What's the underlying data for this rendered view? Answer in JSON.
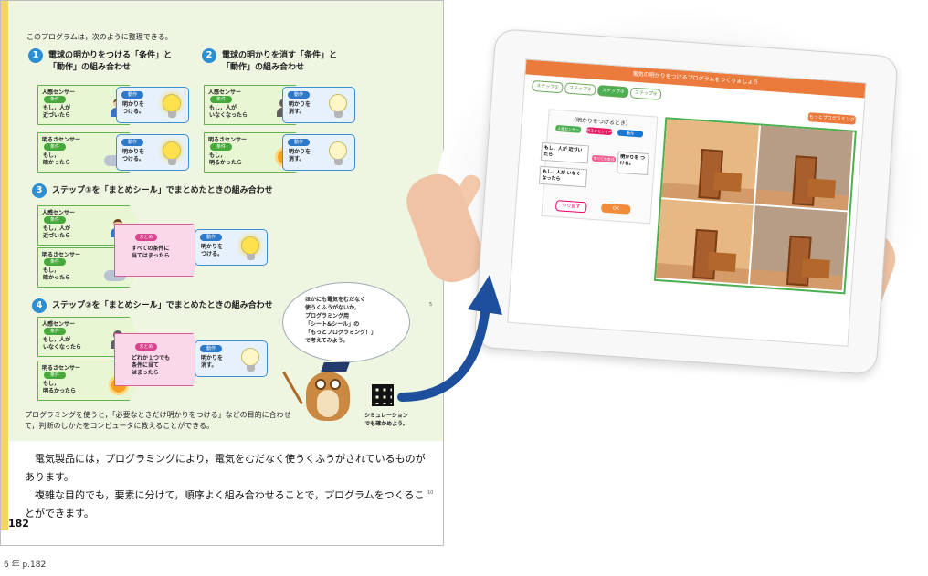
{
  "intro": "このプログラムは，次のように整理できる。",
  "sections": [
    {
      "num": "1",
      "title_l1": "電球の明かりをつける「条件」と",
      "title_l2": "「動作」の組み合わせ"
    },
    {
      "num": "2",
      "title_l1": "電球の明かりを消す「条件」と",
      "title_l2": "「動作」の組み合わせ"
    },
    {
      "num": "3",
      "title": "ステップ①を「まとめシール」でまとめたときの組み合わせ"
    },
    {
      "num": "4",
      "title": "ステップ②を「まとめシール」でまとめたときの組み合わせ"
    }
  ],
  "labels": {
    "human_sensor": "人感センサー",
    "light_sensor": "明るさセンサー",
    "cond_pill": "条件",
    "act_pill": "動作",
    "sum_pill": "まとめ"
  },
  "texts": {
    "near": "もし，人が\n近づいたら",
    "away": "もし，人が\nいなくなったら",
    "dark": "もし，\n暗かったら",
    "bright": "もし，\n明るかったら",
    "on": "明かりを\nつける。",
    "off": "明かりを\n消す。",
    "all_met": "すべての条件に\n当てはまったら",
    "any_met": "どれか１つでも\n条件に当て\nはまったら"
  },
  "bubble": "ほかにも電気をむだなく\n使うくふうがないか，\nプログラミング用\n「シート&シール」の\n「もっとプログラミング！」\nで考えてみよう。",
  "qr_caption": "シミュレーション\nでも確かめよう。",
  "note": "プログラミングを使うと，「必要なときだけ明かりをつける」などの目的に合わせて，判断のしかたをコンピュータに教えることができる。",
  "body": "　電気製品には，プログラミングにより，電気をむだなく使うくふうがされているものがあります。\n　複雑な目的でも，要素に分けて，順序よく組み合わせることで，プログラムをつくることができます。",
  "page_number": "182",
  "line5": "5",
  "line10": "10",
  "caption": "6 年 p.182",
  "tablet": {
    "header": "電気の明かりをつけるプログラムをつくりましょう",
    "tabs": [
      "ステップ①",
      "ステップ②",
      "ステップ③",
      "ステップ④"
    ],
    "right_button": "もっとプログラミング",
    "editor_title": "〈明かりをつけるとき〉",
    "chips": [
      "人感センサー",
      "明るさセンサー",
      "動作"
    ],
    "card1": "もし，人が\n近づいたら",
    "card2": "もし，人が\nいなくなったら",
    "card3": "明かりを\nつける。",
    "chip_all": "すべての条件に",
    "btn_redo": "やり直す",
    "btn_ok": "OK"
  },
  "colors": {
    "accent_green": "#46a93a",
    "accent_blue": "#2c78c9",
    "arrow_blue": "#1d4f9c",
    "tablet_orange": "#ea7b3c"
  }
}
